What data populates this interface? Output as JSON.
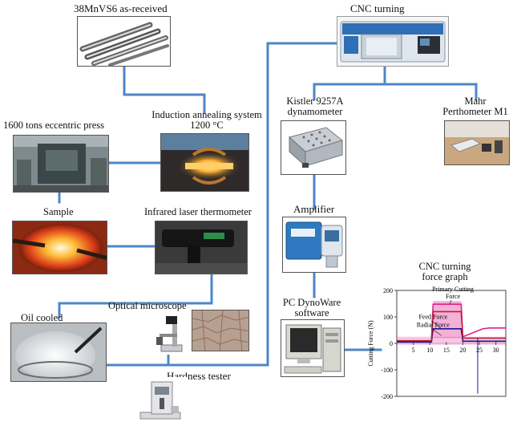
{
  "labels": {
    "steel": "38MnVS6 as-received",
    "cnc": "CNC turning",
    "kistler_line1": "Kistler 9257A",
    "kistler_line2": "dynamometer",
    "mahr_line1": "Mahr",
    "mahr_line2": "Perthometer M1",
    "press": "1600 tons eccentric press",
    "induction_line1": "Induction annealing system",
    "induction_line2": "1200 °C",
    "sample": "Sample",
    "thermometer": "Infrared laser thermometer",
    "amplifier": "Amplifier",
    "graph_line1": "CNC turning",
    "graph_line2": "force graph",
    "pc_line1": "PC DynoWare",
    "pc_line2": "software",
    "oil": "Oil cooled",
    "microscope": "Optical microscope",
    "hardness": "Hardness tester"
  },
  "colors": {
    "connector": "#4f86c6",
    "primary_force": "#e0208c",
    "feed_force": "#1a1a8c",
    "radial_force": "#c0203a"
  },
  "chart_data": {
    "type": "line",
    "ylabel": "Cutting Force (N)",
    "xlabel": "",
    "xlim": [
      0,
      33
    ],
    "ylim": [
      -200,
      200
    ],
    "x_ticks": [
      0,
      5,
      10,
      15,
      20,
      25,
      30
    ],
    "y_ticks": [
      -200,
      -100,
      0,
      100,
      200
    ],
    "annotations": [
      "Primary Cutting Force",
      "Feed Force",
      "Radial Force"
    ],
    "series": [
      {
        "name": "Primary Cutting Force",
        "x": [
          0,
          10.5,
          11,
          19.5,
          20,
          26,
          28,
          33
        ],
        "y": [
          8,
          8,
          148,
          148,
          25,
          55,
          58,
          58
        ]
      },
      {
        "name": "Feed Force",
        "x": [
          0,
          10.5,
          11,
          19.5,
          20,
          33
        ],
        "y": [
          5,
          5,
          55,
          55,
          8,
          8
        ]
      },
      {
        "name": "Radial Force",
        "x": [
          0,
          10.5,
          11,
          19.5,
          20,
          33
        ],
        "y": [
          10,
          10,
          120,
          120,
          20,
          20
        ]
      }
    ]
  }
}
